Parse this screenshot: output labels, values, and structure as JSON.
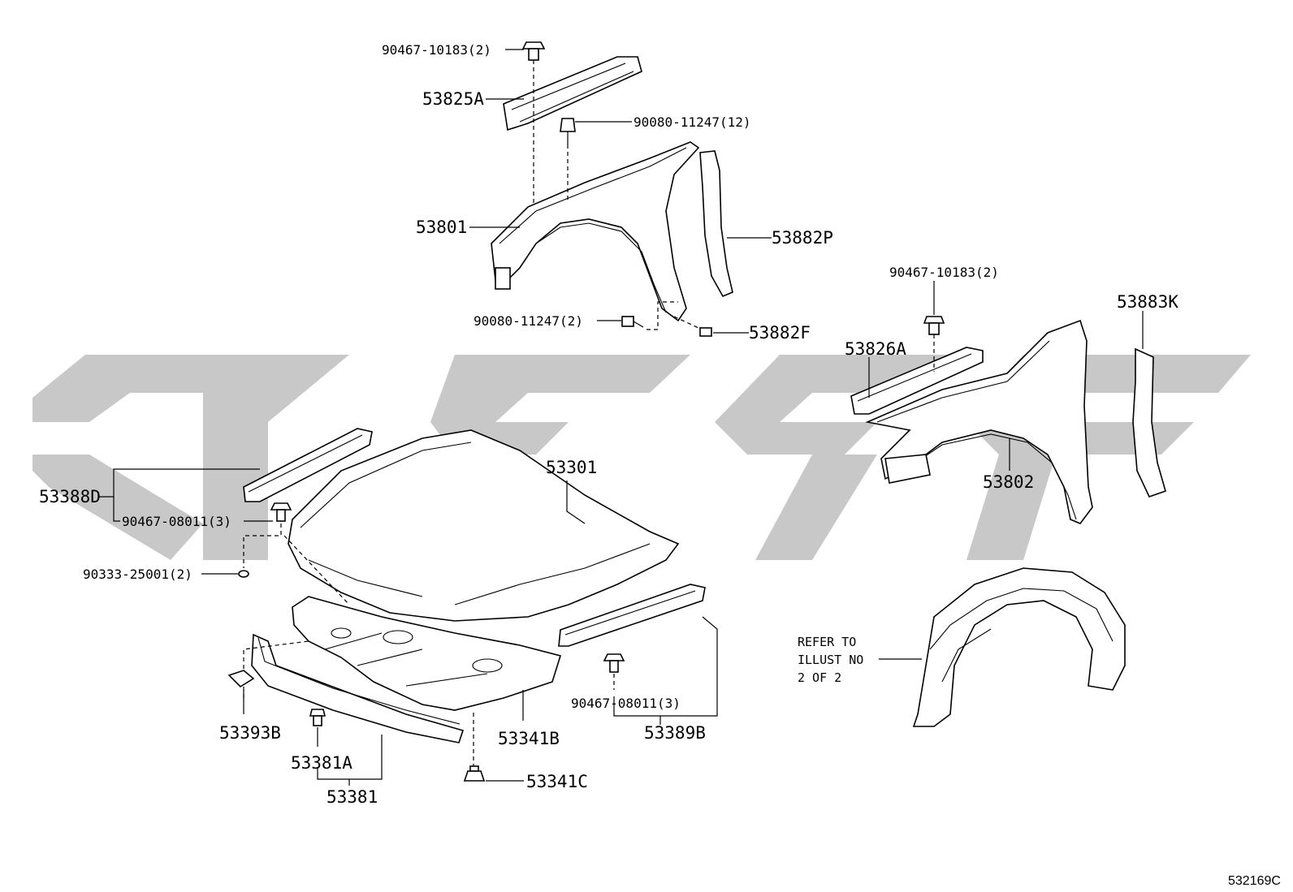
{
  "watermark": {
    "color": "#c8c8c8"
  },
  "callouts": {
    "p90467_10183_top": "90467-10183(2)",
    "p53825A": "53825A",
    "p90080_11247_12": "90080-11247(12)",
    "p53801": "53801",
    "p53882P": "53882P",
    "p90080_11247_2": "90080-11247(2)",
    "p53882F": "53882F",
    "p90467_10183_right": "90467-10183(2)",
    "p53883K": "53883K",
    "p53826A": "53826A",
    "p53388D": "53388D",
    "p90467_08011_left": "90467-08011(3)",
    "p53301": "53301",
    "p53802": "53802",
    "p90333_25001": "90333-25001(2)",
    "p53393B": "53393B",
    "p53341B": "53341B",
    "p90467_08011_right": "90467-08011(3)",
    "p53389B": "53389B",
    "p53381A": "53381A",
    "p53381": "53381",
    "p53341C": "53341C"
  },
  "note": {
    "line1": "REFER TO",
    "line2": "ILLUST NO",
    "line3": "2 OF 2"
  },
  "reference_code": "532169C"
}
